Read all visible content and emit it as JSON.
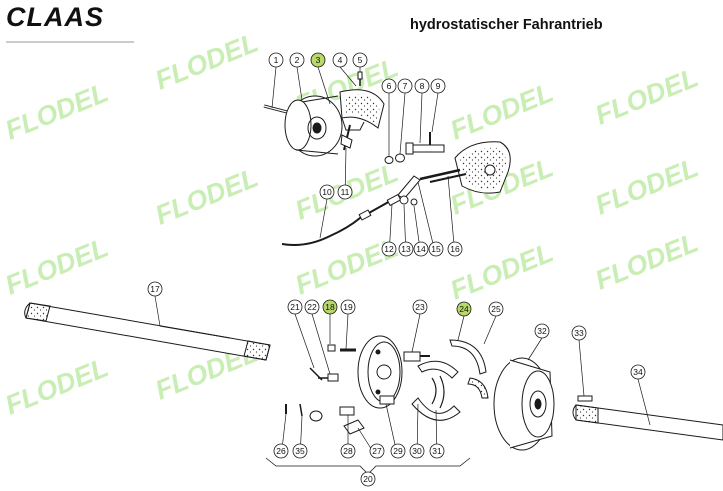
{
  "header": {
    "brand": "CLAAS",
    "title": "hydrostatischer Fahrantrieb"
  },
  "watermark": {
    "text": "FLODEL",
    "color": "#c8eeb4"
  },
  "colors": {
    "line": "#1a1a1a",
    "highlight": "#b9d86a",
    "text": "#111111"
  },
  "callouts": [
    "1",
    "2",
    "3",
    "4",
    "5",
    "6",
    "7",
    "8",
    "9",
    "10",
    "11",
    "12",
    "13",
    "14",
    "15",
    "16",
    "17",
    "18",
    "19",
    "20",
    "21",
    "22",
    "23",
    "24",
    "25",
    "26",
    "27",
    "28",
    "29",
    "30",
    "31",
    "32",
    "33",
    "34",
    "35"
  ],
  "highlighted_callouts": [
    "3",
    "18",
    "24"
  ]
}
